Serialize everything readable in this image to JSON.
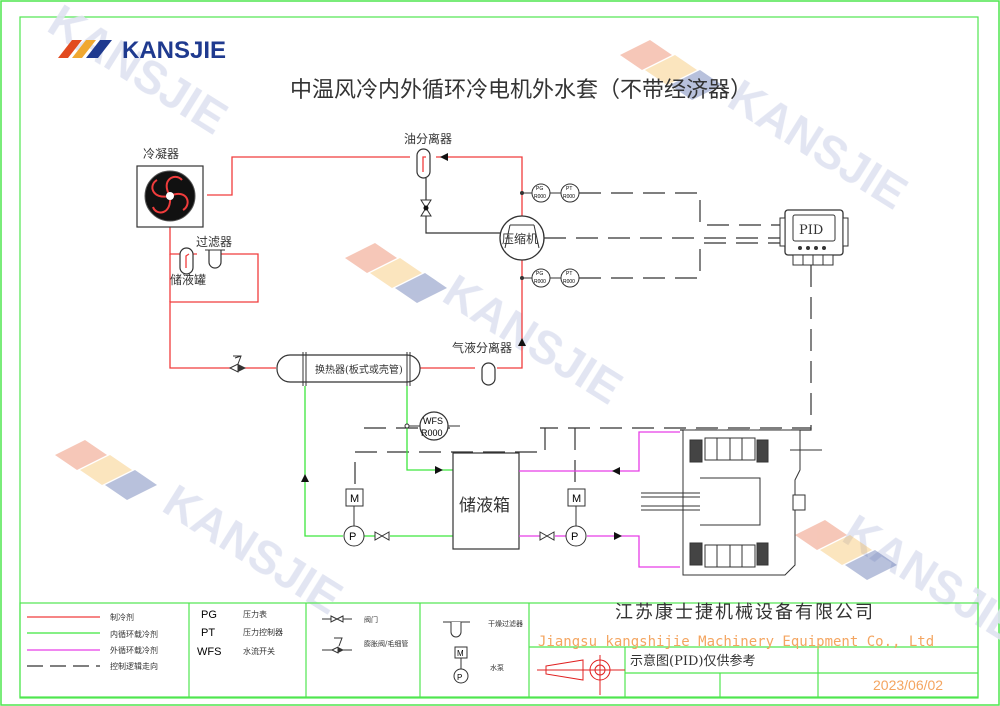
{
  "brand": {
    "logo_text": "KANSJIE",
    "logo_colors": [
      "#e24a1f",
      "#f0a830",
      "#1f3a8f"
    ],
    "watermark_text": "KANSJIE"
  },
  "title": "中温风冷内外循环冷电机外水套（不带经济器）",
  "components": {
    "condenser": "冷凝器",
    "oil_separator": "油分离器",
    "filter": "过滤器",
    "receiver": "储液罐",
    "compressor": "压缩机",
    "pid_controller": "PID",
    "heat_exchanger": "换热器(板式或壳管)",
    "gas_liquid_separator": "气液分离器",
    "water_tank": "储液箱",
    "wfs_top": "WFS",
    "wfs_bottom": "R000",
    "gauge_pg": "PG",
    "gauge_pt": "PT",
    "gauge_code": "R000",
    "motor": "M",
    "pump": "P"
  },
  "colors": {
    "refrigerant": "#f03c3c",
    "inner_loop": "#3de63d",
    "outer_loop": "#e63de6",
    "control": "#333333",
    "frame": "#4fe64f",
    "company": "#f4a560",
    "stamp": "#e02020"
  },
  "legend": {
    "lines": [
      {
        "label": "制冷剂",
        "type": "refrigerant"
      },
      {
        "label": "内循环载冷剂",
        "type": "inner_loop"
      },
      {
        "label": "外循环载冷剂",
        "type": "outer_loop"
      },
      {
        "label": "控制逻辑走向",
        "type": "control"
      }
    ],
    "abbreviations": [
      {
        "code": "PG",
        "label": "压力表"
      },
      {
        "code": "PT",
        "label": "压力控制器"
      },
      {
        "code": "WFS",
        "label": "水流开关"
      }
    ],
    "symbols": [
      {
        "label": "阀门",
        "icon": "valve-icon"
      },
      {
        "label": "膨胀阀/毛细管",
        "icon": "expansion-valve-icon"
      },
      {
        "label": "干燥过滤器",
        "icon": "dryer-filter-icon"
      },
      {
        "label": "水泵",
        "icon": "pump-icon"
      }
    ]
  },
  "title_block": {
    "company_cn": "江苏康士捷机械设备有限公司",
    "company_en": "Jiangsu kangshijie Machinery Equipment Co., Ltd",
    "note": "示意图(PID)仅供参考",
    "date": "2023/06/02"
  }
}
